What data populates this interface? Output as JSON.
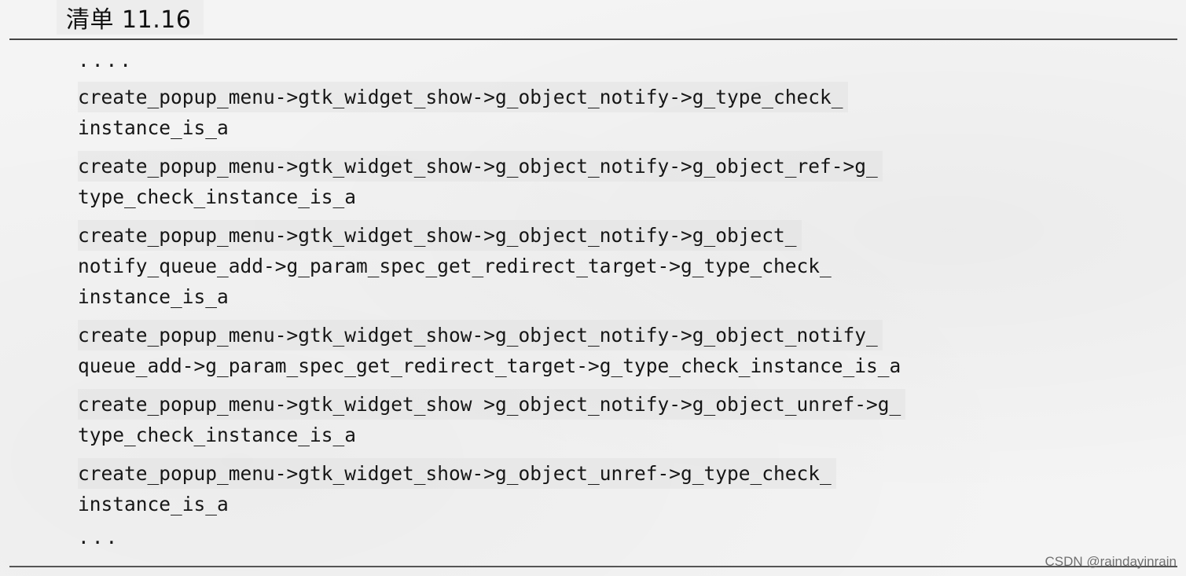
{
  "listing": {
    "title": "清单 11.16",
    "ellipsis_start": "....",
    "entries": [
      {
        "lines": [
          "create_popup_menu->gtk_widget_show->g_object_notify->g_type_check_",
          "instance_is_a"
        ]
      },
      {
        "lines": [
          "create_popup_menu->gtk_widget_show->g_object_notify->g_object_ref->g_",
          "type_check_instance_is_a"
        ]
      },
      {
        "lines": [
          "create_popup_menu->gtk_widget_show->g_object_notify->g_object_",
          "notify_queue_add->g_param_spec_get_redirect_target->g_type_check_",
          "instance_is_a"
        ]
      },
      {
        "lines": [
          "create_popup_menu->gtk_widget_show->g_object_notify->g_object_notify_",
          "queue_add->g_param_spec_get_redirect_target->g_type_check_instance_is_a"
        ]
      },
      {
        "lines": [
          "create_popup_menu->gtk_widget_show >g_object_notify->g_object_unref->g_",
          "type_check_instance_is_a"
        ]
      },
      {
        "lines": [
          "create_popup_menu->gtk_widget_show->g_object_unref->g_type_check_",
          "instance_is_a"
        ]
      }
    ],
    "ellipsis_end": "..."
  },
  "watermark": "CSDN @raindayinrain",
  "colors": {
    "background": "#f4f4f4",
    "text": "#161616",
    "rule": "#444444"
  }
}
